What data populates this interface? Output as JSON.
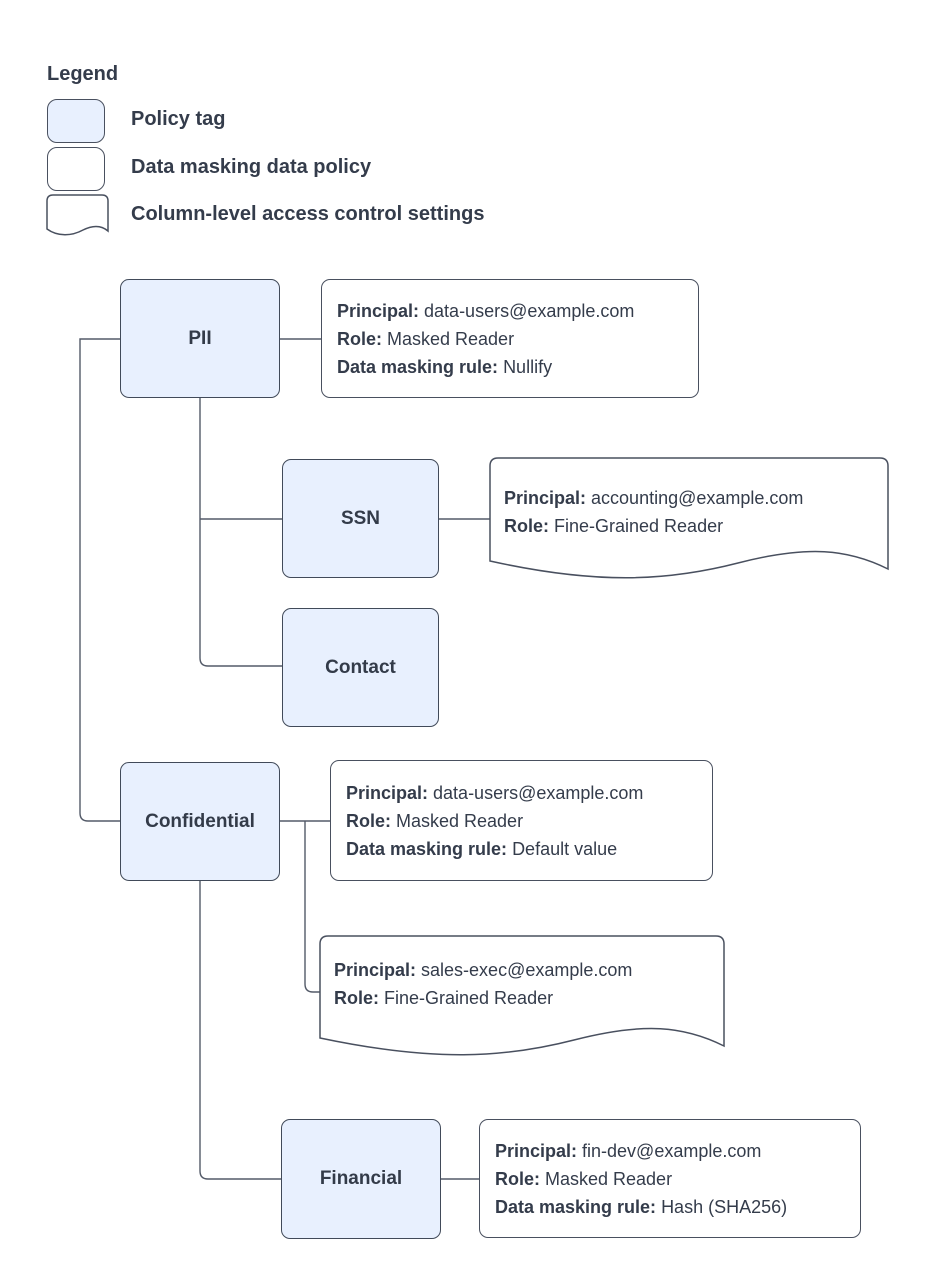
{
  "colors": {
    "policy_tag_fill": "#e8f0fe",
    "stroke": "#4d5564",
    "text": "#343c4b"
  },
  "legend": {
    "title": "Legend",
    "items": [
      {
        "label": "Policy tag"
      },
      {
        "label": "Data masking data policy"
      },
      {
        "label": "Column-level access control settings"
      }
    ]
  },
  "tags": {
    "pii": {
      "label": "PII"
    },
    "ssn": {
      "label": "SSN"
    },
    "contact": {
      "label": "Contact"
    },
    "confidential": {
      "label": "Confidential"
    },
    "financial": {
      "label": "Financial"
    }
  },
  "policies": {
    "pii_masking": {
      "fields": [
        {
          "label": "Principal:",
          "value": "data-users@example.com"
        },
        {
          "label": "Role:",
          "value": "Masked Reader"
        },
        {
          "label": "Data masking rule:",
          "value": "Nullify"
        }
      ]
    },
    "ssn_access": {
      "fields": [
        {
          "label": "Principal:",
          "value": "accounting@example.com"
        },
        {
          "label": "Role:",
          "value": "Fine-Grained Reader"
        }
      ]
    },
    "confidential_masking": {
      "fields": [
        {
          "label": "Principal:",
          "value": "data-users@example.com"
        },
        {
          "label": "Role:",
          "value": "Masked Reader"
        },
        {
          "label": "Data masking rule:",
          "value": "Default value"
        }
      ]
    },
    "confidential_access": {
      "fields": [
        {
          "label": "Principal:",
          "value": "sales-exec@example.com"
        },
        {
          "label": "Role:",
          "value": "Fine-Grained Reader"
        }
      ]
    },
    "financial_masking": {
      "fields": [
        {
          "label": "Principal:",
          "value": "fin-dev@example.com"
        },
        {
          "label": "Role:",
          "value": "Masked Reader"
        },
        {
          "label": "Data masking rule:",
          "value": "Hash (SHA256)"
        }
      ]
    }
  }
}
